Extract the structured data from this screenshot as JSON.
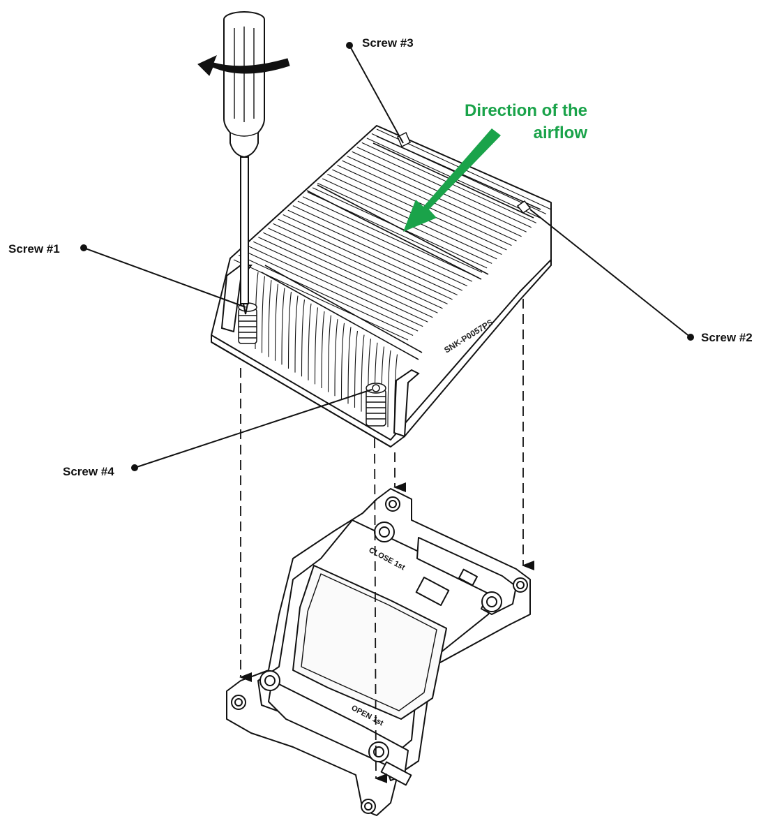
{
  "labels": {
    "screw1": "Screw #1",
    "screw2": "Screw #2",
    "screw3": "Screw #3",
    "screw4": "Screw #4"
  },
  "airflow": {
    "line1": "Direction of the",
    "line2": "airflow"
  },
  "heatsink": {
    "model": "SNK-P0057PS"
  },
  "socket": {
    "close_label": "CLOSE 1st",
    "open_label": "OPEN 1st"
  },
  "colors": {
    "accent": "#1aa34a",
    "line": "#111111"
  }
}
